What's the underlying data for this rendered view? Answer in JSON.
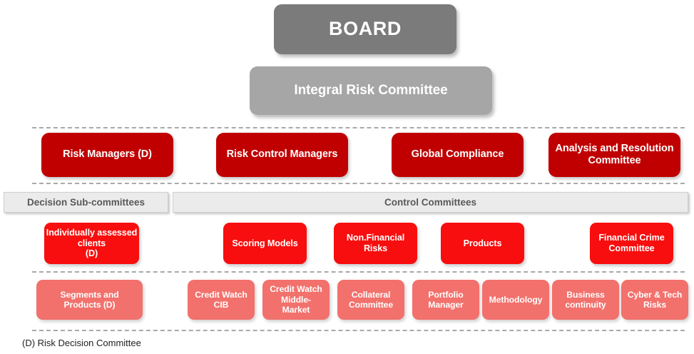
{
  "diagram": {
    "title_footnote": "(D) Risk Decision Committee",
    "levels": {
      "board": {
        "label": "BOARD"
      },
      "integral": {
        "label": "Integral Risk Committee"
      },
      "committees": [
        {
          "label": "Risk Managers (D)"
        },
        {
          "label": "Risk Control Managers"
        },
        {
          "label": "Global Compliance"
        },
        {
          "label": "Analysis and Resolution\nCommittee"
        }
      ],
      "banners": [
        {
          "label": "Decision Sub-committees"
        },
        {
          "label": "Control Committees"
        }
      ],
      "subcommittees": [
        {
          "label": "Individually assessed\nclients\n(D)"
        },
        {
          "label": "Scoring Models"
        },
        {
          "label": "Non.Financial\nRisks"
        },
        {
          "label": "Products"
        },
        {
          "label": "Financial Crime\nCommittee"
        }
      ],
      "working_groups": [
        {
          "label": "Segments and\nProducts (D)"
        },
        {
          "label": "Credit Watch\nCIB"
        },
        {
          "label": "Credit Watch\nMiddle-\nMarket"
        },
        {
          "label": "Collateral\nCommittee"
        },
        {
          "label": "Portfolio\nManager"
        },
        {
          "label": "Methodology"
        },
        {
          "label": "Business\ncontinuity"
        },
        {
          "label": "Cyber & Tech\nRisks"
        }
      ]
    },
    "colors": {
      "board_gray": "#7b7b7b",
      "integral_gray": "#a6a6a6",
      "dark_red": "#c00000",
      "bright_red": "#f80e0e",
      "salmon": "#f2716c",
      "banner_gray": "#ebebeb",
      "dash_gray": "#a9a9a9"
    }
  }
}
